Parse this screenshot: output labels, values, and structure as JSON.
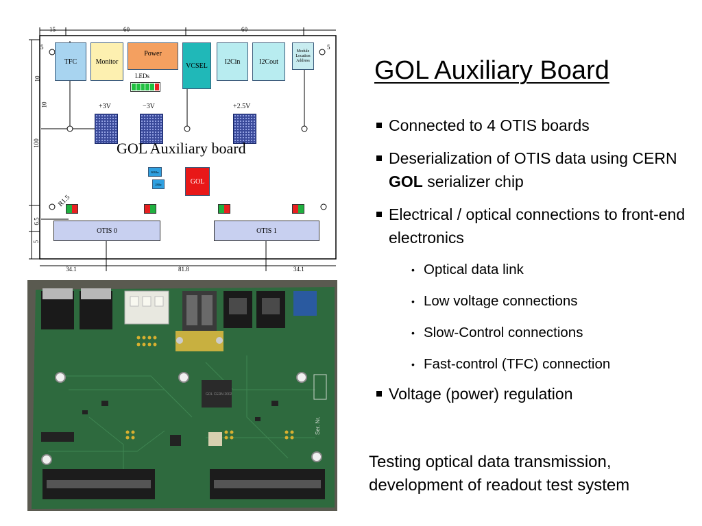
{
  "slide": {
    "title": "GOL Auxiliary Board",
    "bullets": [
      {
        "pre": "Connected to 4 OTIS boards"
      },
      {
        "pre": "Deserialization of OTIS data using CERN  ",
        "bold": "GOL",
        "post": " serializer chip"
      },
      {
        "pre": "Electrical / optical connections to front-end electronics"
      },
      {
        "pre": "Voltage (power) regulation"
      }
    ],
    "sub_bullets": [
      "Optical data link",
      "Low voltage connections",
      "Slow-Control connections",
      "Fast-control (TFC) connection"
    ],
    "footer": "Testing optical data transmission, development of readout test system"
  },
  "schematic": {
    "top_dims": [
      "15",
      "60",
      "60"
    ],
    "side_dims": [
      "5",
      "5",
      "10",
      "100",
      "10",
      "6.5",
      "5"
    ],
    "bottom_dims": [
      "34.1",
      "81.8",
      "34.1"
    ],
    "blocks": [
      "TFC",
      "Monitor",
      "Power",
      "VCSEL",
      "I2Cin",
      "I2Cout",
      "Module Location Address"
    ],
    "leds_label": "LEDs",
    "voltages": [
      "+3V",
      "−3V",
      "+2.5V"
    ],
    "board_label": "GOL Auxiliary board",
    "gol_label": "GOL",
    "small_chip_labels": [
      "80Mhz",
      "2Mhz"
    ],
    "hole_label": "R1.5",
    "otis": [
      "OTIS 0",
      "OTIS 1"
    ],
    "colors": {
      "tfc": "#a8d4f0",
      "monitor": "#fdf0b0",
      "power": "#f4a060",
      "vcsel": "#20b8b8",
      "i2c": "#b8ecf0",
      "gol": "#e81818"
    }
  },
  "photo": {
    "chip_text": "GOL CERN 2002",
    "serial_text": "Ser. Nr."
  }
}
